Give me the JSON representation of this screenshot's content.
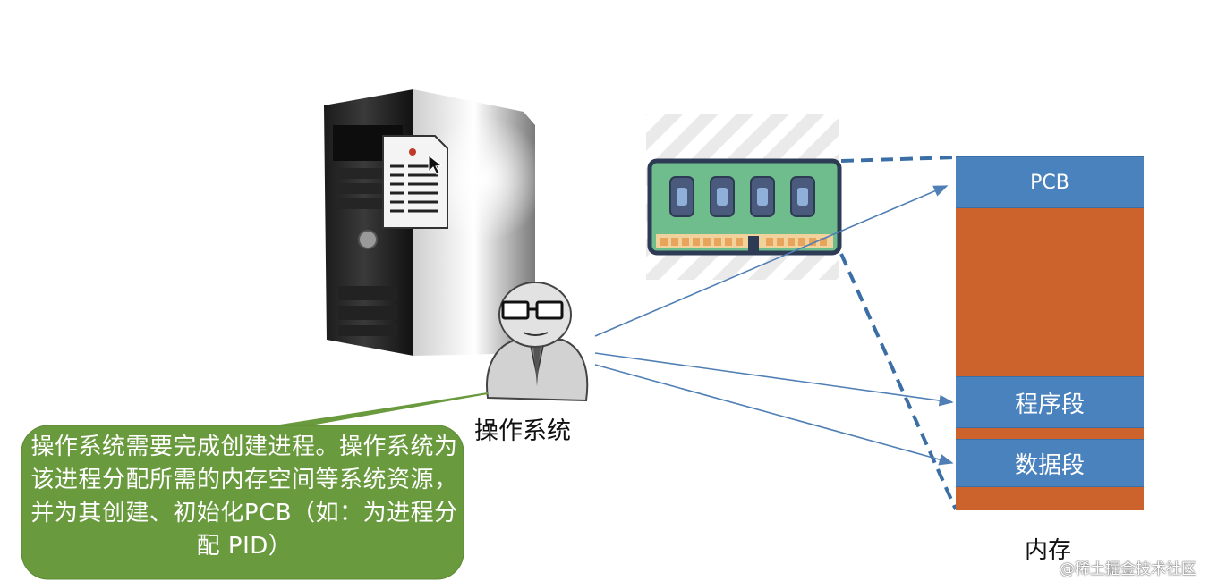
{
  "os_label": "操作系统",
  "bubble_text": "操作系统需要完成创建进程。操作系统为该进程分配所需的内存空间等系统资源，并为其创建、初始化PCB（如：为进程分配 PID）",
  "memory": {
    "label": "内存",
    "segments": [
      "PCB",
      "程序段",
      "数据段"
    ]
  },
  "watermark": "@稀土掘金技术社区",
  "colors": {
    "bubble_green": "#6a9a3e",
    "segment_blue": "#4a82be",
    "segment_orange": "#cc632c",
    "ram_green": "#6fbd8c",
    "dashed_blue": "#3a6ea5"
  }
}
